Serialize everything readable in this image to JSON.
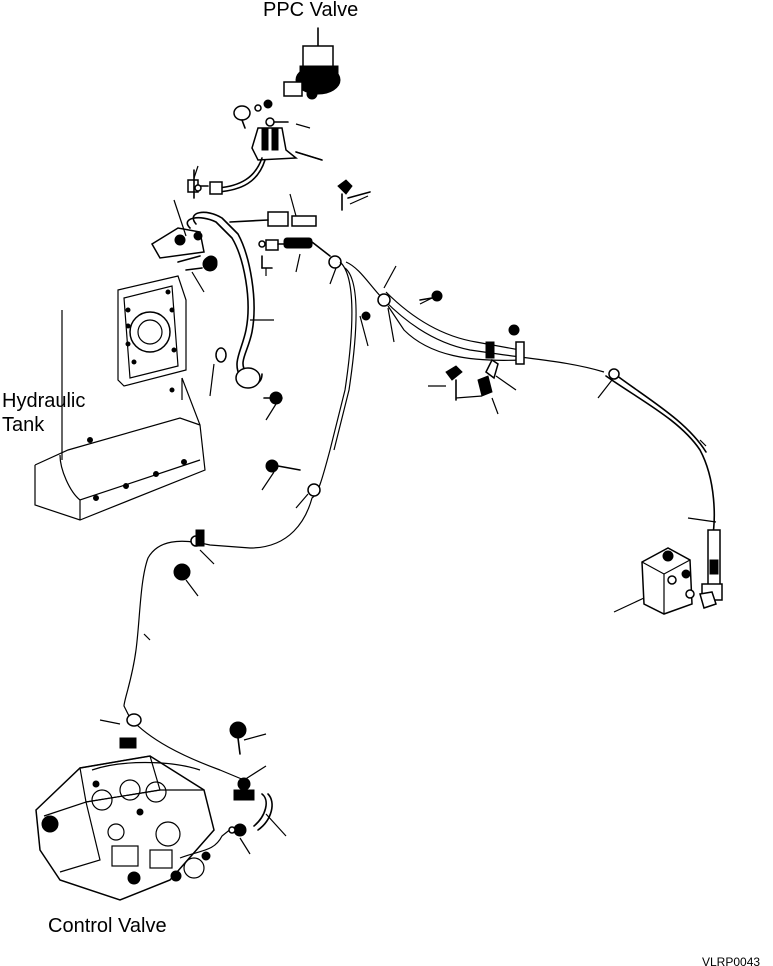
{
  "labels": {
    "ppc_valve": "PPC Valve",
    "hydraulic": "Hydraulic",
    "tank": "Tank",
    "control_valve": "Control Valve",
    "ref_code": "VLRP0043"
  }
}
